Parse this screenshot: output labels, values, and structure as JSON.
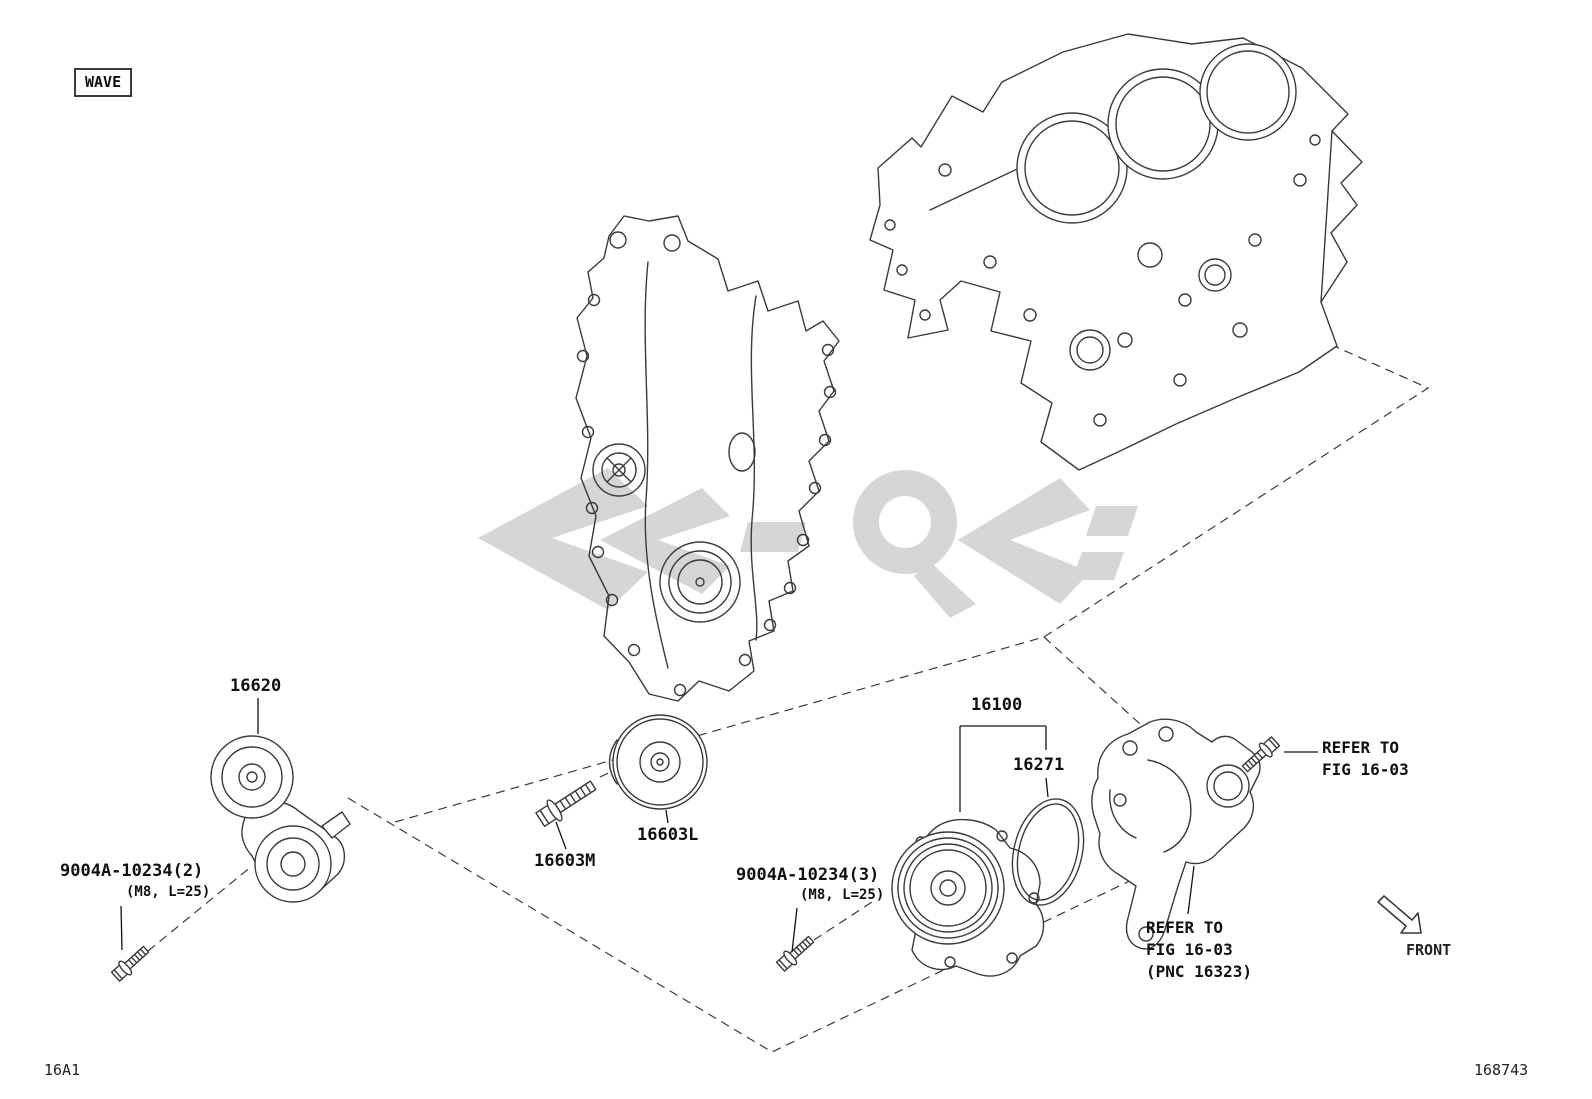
{
  "page": {
    "wave_label": "WAVE",
    "page_code": "16A1",
    "figure_code": "168743",
    "front_label": "FRONT"
  },
  "callouts": {
    "tensioner_part_no": "16620",
    "tensioner_bolt_part_no": "9004A-10234(2)",
    "tensioner_bolt_spec": "(M8, L=25)",
    "idler_bolt_part_no": "16603M",
    "idler_pulley_part_no": "16603L",
    "water_pump_part_no": "16100",
    "gasket_part_no": "16271",
    "pump_bolt_part_no": "9004A-10234(3)",
    "pump_bolt_spec": "(M8, L=25)",
    "refer_top": {
      "line1": "REFER TO",
      "line2": "FIG 16-03"
    },
    "refer_bottom": {
      "line1": "REFER TO",
      "line2": "FIG 16-03",
      "line3": "(PNC 16323)"
    }
  }
}
